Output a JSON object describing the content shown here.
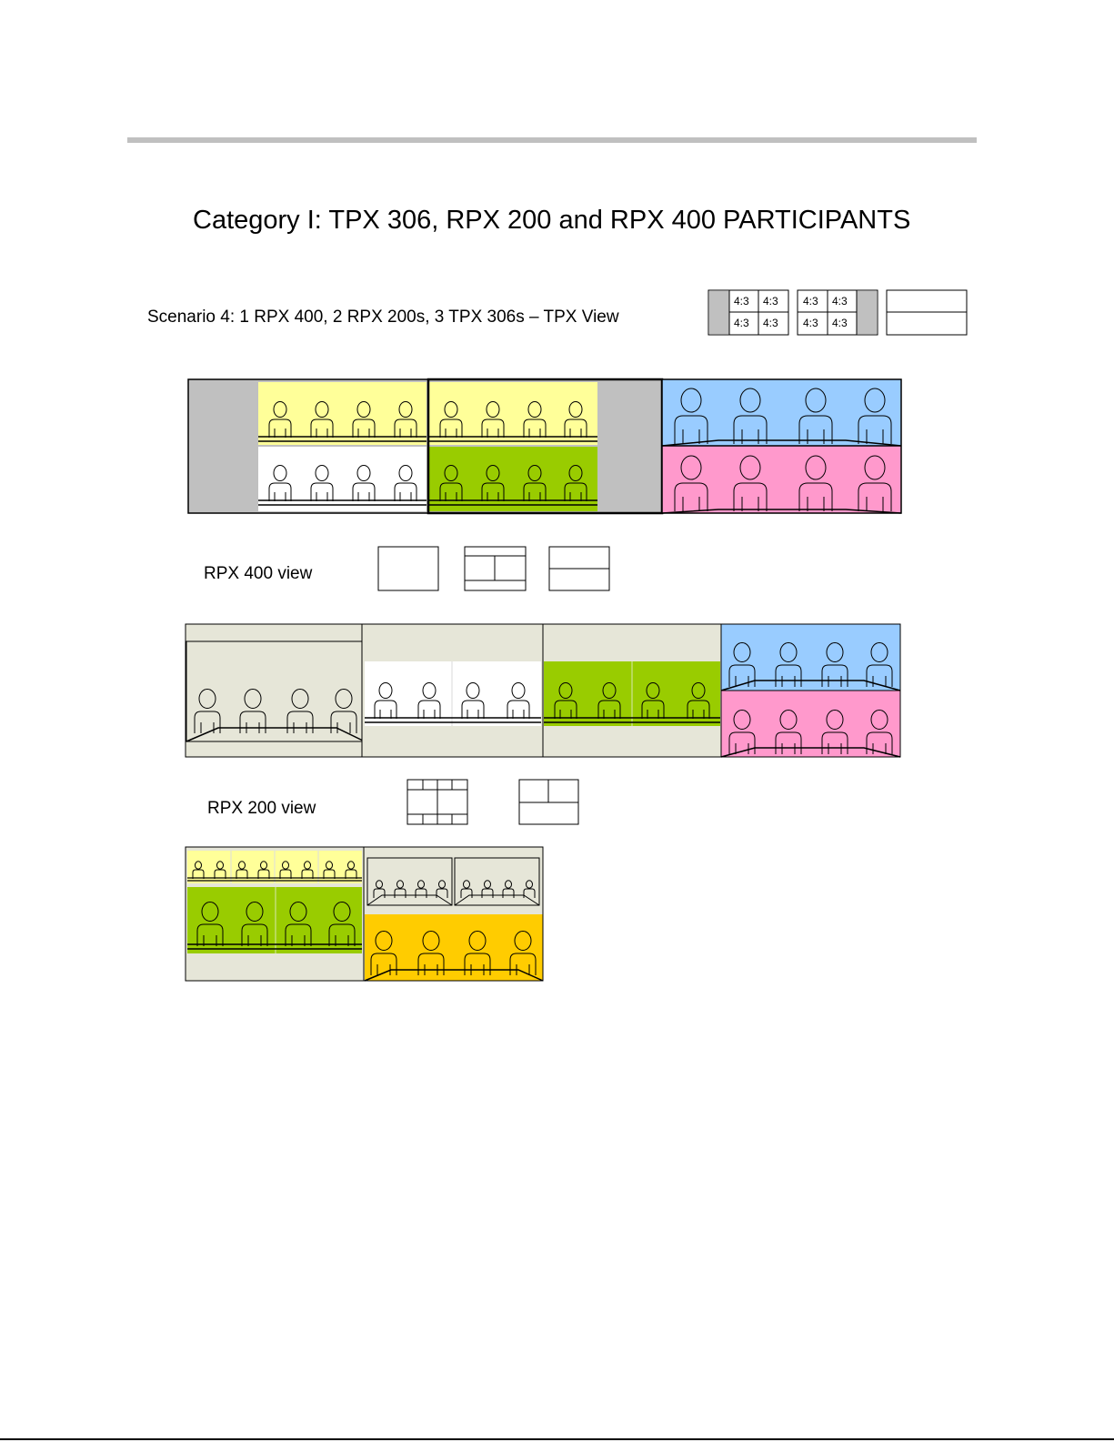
{
  "page": {
    "title": "Category I: TPX 306, RPX 200 and RPX 400 PARTICIPANTS"
  },
  "scenario": {
    "label": "Scenario 4: 1 RPX 400, 2 RPX 200s, 3 TPX 306s – TPX View",
    "cell_label": "4:3"
  },
  "views": {
    "rpx400_label": "RPX 400 view",
    "rpx200_label": "RPX 200 view"
  },
  "colors": {
    "yellow": "#ffff99",
    "green": "#99cc00",
    "blue": "#99ccff",
    "pink": "#ff99cc",
    "orange": "#ffcc00",
    "gray": "#c0c0c0",
    "beige": "#e6e6d8"
  }
}
